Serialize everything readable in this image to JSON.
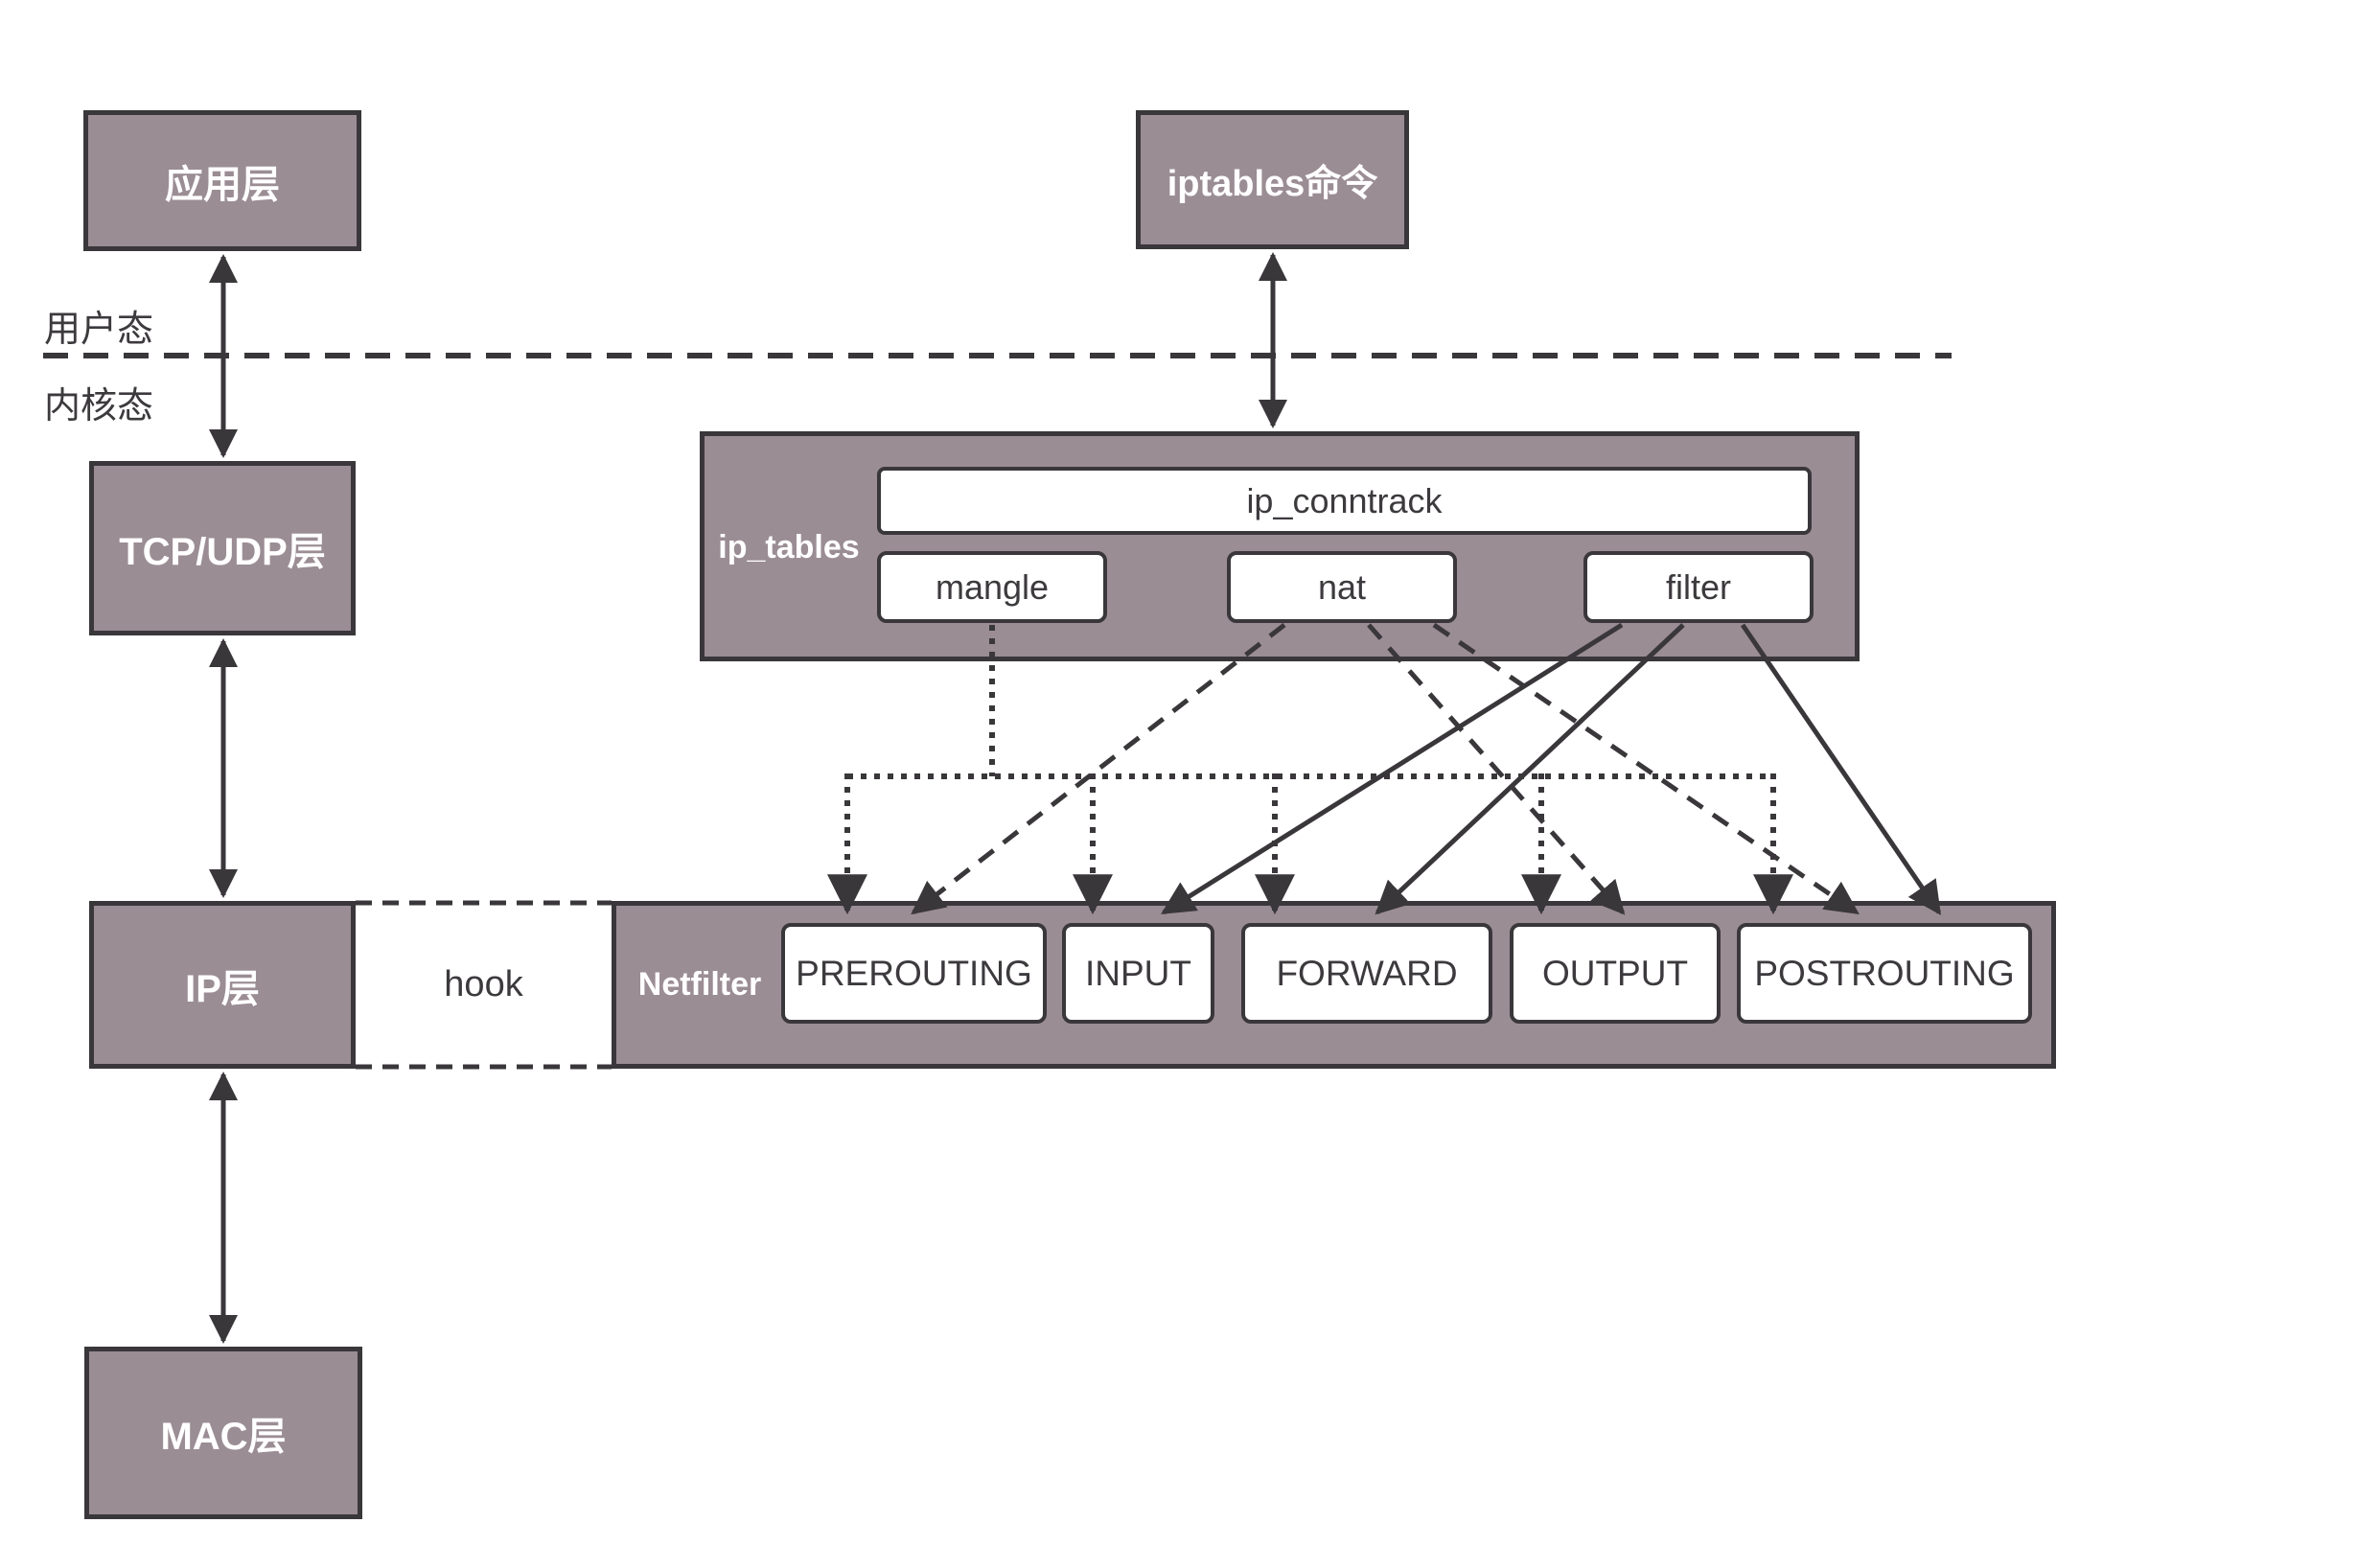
{
  "diagram": {
    "title_implicit": "netfilter / iptables architecture",
    "colors": {
      "box_fill": "#9b8d94",
      "line": "#3a373b",
      "white_box": "#ffffff",
      "dark_text": "#3d3a3e",
      "white_text": "#ffffff"
    },
    "mode_labels": {
      "user_space": "用户态",
      "kernel_space": "内核态"
    },
    "layer_boxes": {
      "app": "应用层",
      "tcp_udp": "TCP/UDP层",
      "ip": "IP层",
      "mac": "MAC层"
    },
    "iptables_cmd": "iptables命令",
    "hook_label": "hook",
    "ip_tables": {
      "label": "ip_tables",
      "conntrack": "ip_conntrack",
      "tables": [
        {
          "label": "mangle"
        },
        {
          "label": "nat"
        },
        {
          "label": "filter"
        }
      ]
    },
    "netfilter": {
      "label": "Netfilter",
      "chains": [
        {
          "label": "PREROUTING"
        },
        {
          "label": "INPUT"
        },
        {
          "label": "FORWARD"
        },
        {
          "label": "OUTPUT"
        },
        {
          "label": "POSTROUTING"
        }
      ]
    },
    "edges": [
      {
        "from": "应用层",
        "to": "TCP/UDP层",
        "type": "bidirectional-arrow",
        "style": "solid"
      },
      {
        "from": "TCP/UDP层",
        "to": "IP层",
        "type": "bidirectional-arrow",
        "style": "solid"
      },
      {
        "from": "IP层",
        "to": "MAC层",
        "type": "bidirectional-arrow",
        "style": "solid"
      },
      {
        "from": "iptables命令",
        "to": "ip_tables",
        "type": "bidirectional-arrow",
        "style": "solid"
      },
      {
        "from": "mangle",
        "to": [
          "PREROUTING",
          "INPUT",
          "FORWARD",
          "OUTPUT",
          "POSTROUTING"
        ],
        "type": "arrow",
        "style": "dotted"
      },
      {
        "from": "nat",
        "to": [
          "PREROUTING",
          "OUTPUT",
          "POSTROUTING"
        ],
        "type": "arrow",
        "style": "dashed"
      },
      {
        "from": "filter",
        "to": [
          "INPUT",
          "FORWARD",
          "POSTROUTING"
        ],
        "type": "arrow",
        "style": "solid"
      },
      {
        "from": "用户态",
        "to": "内核态",
        "type": "boundary",
        "style": "dashed-separator"
      },
      {
        "from": "IP层",
        "to": "Netfilter",
        "type": "hook-gap",
        "style": "dashed"
      }
    ]
  }
}
